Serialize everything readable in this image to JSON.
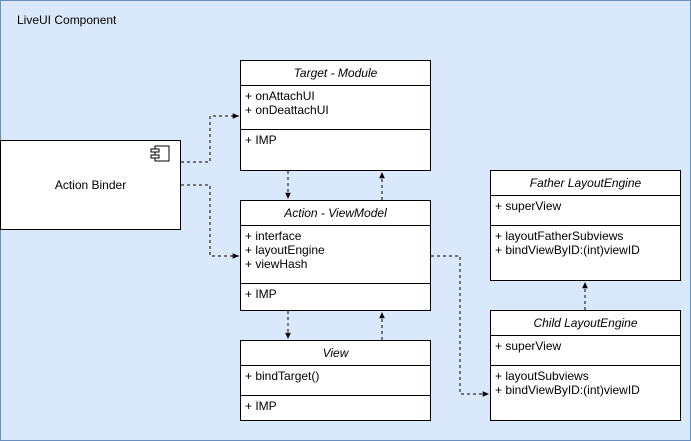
{
  "container": {
    "title": "LiveUI Component"
  },
  "binder": {
    "label": "Action Binder",
    "icon": "component-icon"
  },
  "target": {
    "title": "Target - Module",
    "sections": [
      [
        "+ onAttachUI",
        "+ onDeattachUI"
      ],
      [
        "+ IMP"
      ]
    ]
  },
  "viewmodel": {
    "title": "Action - ViewModel",
    "sections": [
      [
        "+ interface",
        "+ layoutEngine",
        "+ viewHash"
      ],
      [
        "+ IMP"
      ]
    ]
  },
  "view": {
    "title": "View",
    "sections": [
      [
        "+ bindTarget()"
      ],
      [
        "+ IMP"
      ]
    ]
  },
  "father": {
    "title": "Father LayoutEngine",
    "sections": [
      [
        "+ superView"
      ],
      [
        "+ layoutFatherSubviews",
        "+ bindViewByID:(int)viewID"
      ]
    ]
  },
  "child": {
    "title": "Child LayoutEngine",
    "sections": [
      [
        "+ superView"
      ],
      [
        "+ layoutSubviews",
        "+ bindViewByID:(int)viewID"
      ]
    ]
  }
}
